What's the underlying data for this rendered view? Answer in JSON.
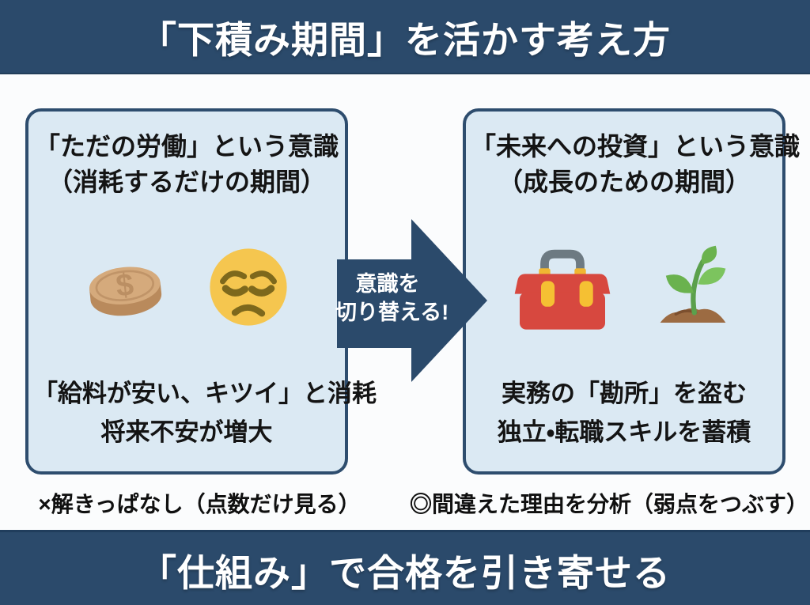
{
  "header": {
    "title": "「下積み期間」を活かす考え方"
  },
  "left_box": {
    "heading_line1": "「ただの労働」という意識",
    "heading_line2": "（消耗するだけの期間）",
    "icons": [
      "coin-icon",
      "disappointed-face-icon"
    ],
    "result_line1": "「給料が安い、キツイ」と消耗",
    "result_line2": "将来不安が増大"
  },
  "arrow": {
    "label_line1": "意識を",
    "label_line2": "切り替える!"
  },
  "right_box": {
    "heading_line1": "「未来への投資」という意識",
    "heading_line2": "（成長のための期間）",
    "icons": [
      "toolbox-icon",
      "seedling-icon"
    ],
    "result_line1": "実務の「勘所」を盗む",
    "result_line2": "独立・転職スキルを蓄積"
  },
  "footnotes": {
    "left": "×解きっぱなし（点数だけ見る）",
    "right": "◎間違えた理由を分析（弱点をつぶす）"
  },
  "footer": {
    "title": "「仕組み」で合格を引き寄せる"
  },
  "colors": {
    "banner_navy": "#2b4a6b",
    "box_fill": "#dbe9f3",
    "box_border": "#2e4d6e",
    "arrow_navy": "#2b4a6b",
    "coin_tan": "#d5aa7c",
    "face_yellow": "#f5c64f",
    "toolbox_red": "#d7483f",
    "clasp_yellow": "#f2bb3d",
    "leaf_green": "#6ab24e",
    "soil_brown": "#9c6b42",
    "text_dark": "#141414",
    "text_white": "#ffffff"
  }
}
